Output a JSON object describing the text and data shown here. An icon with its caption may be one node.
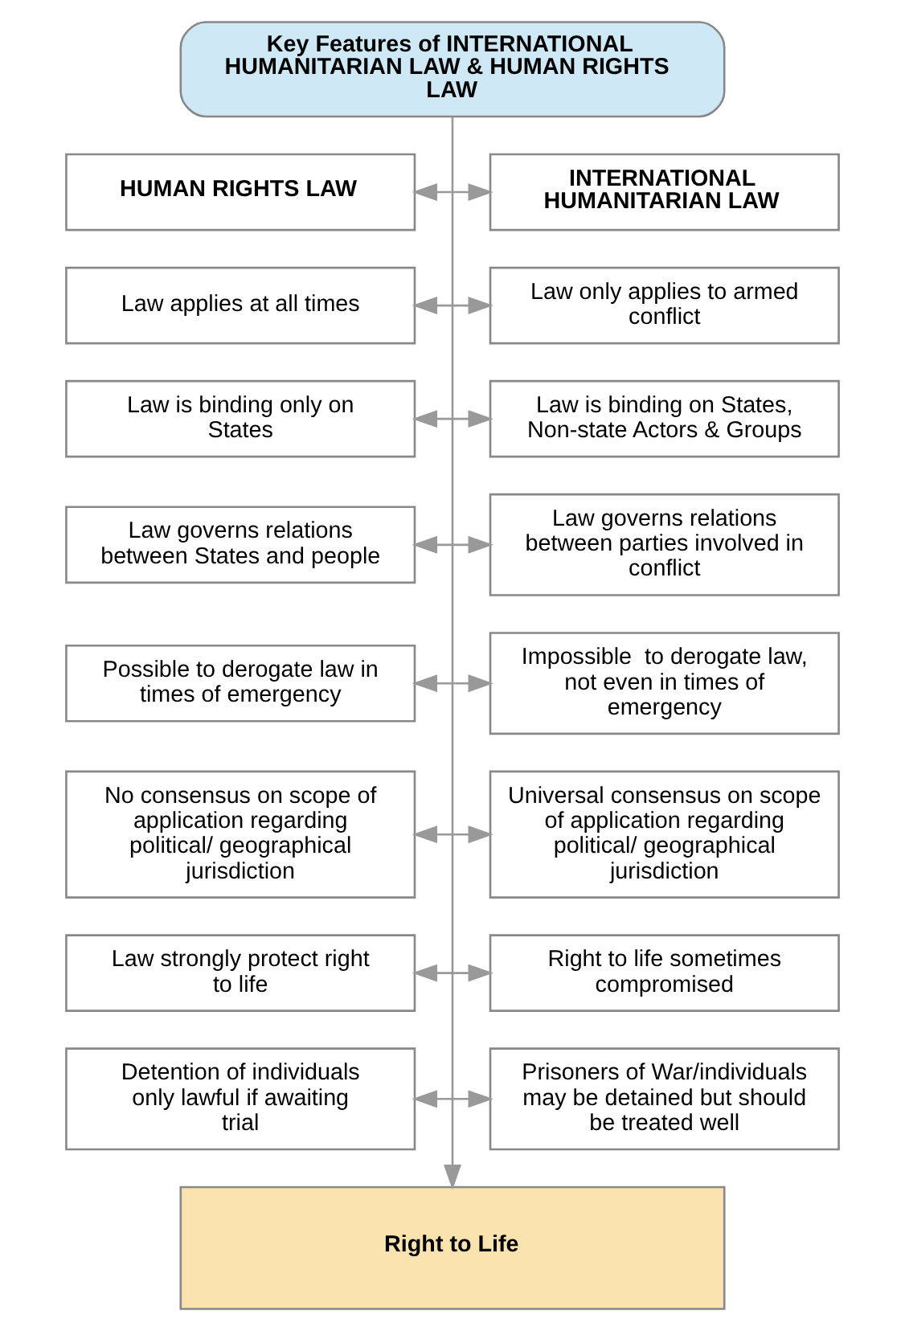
{
  "diagram": {
    "nodes": [
      {
        "text": [
          "Key Features of INTERNATIONAL HUMANITARIAN LAW & HUMAN RIGHTS LAW"
        ]
      },
      {
        "text": [
          "HUMAN RIGHTS LAW"
        ]
      },
      {
        "text": [
          "INTERNATIONAL HUMANITARIAN LAW"
        ]
      },
      {
        "text": [
          "Law applies at all times"
        ]
      },
      {
        "text": [
          "Law only applies to armed conflict"
        ]
      },
      {
        "text": [
          "Law is binding only on States"
        ]
      },
      {
        "text": [
          "Law is binding on States, Non-state Actors & Groups"
        ]
      },
      {
        "text": [
          "Law governs relations between States and people"
        ]
      },
      {
        "text": [
          "Law governs relations between parties involved in conflict"
        ]
      },
      {
        "text": [
          "Possible to derogate law in times of emergency"
        ]
      },
      {
        "text": [
          "Impossible  to derogate law, not even in times of emergency"
        ]
      },
      {
        "text": [
          "No consensus on scope of application regarding political/ geographical jurisdiction"
        ]
      },
      {
        "text": [
          "Universal consensus on scope of application regarding political/ geographical jurisdiction"
        ]
      },
      {
        "text": [
          "Law strongly protect right to life"
        ]
      },
      {
        "text": [
          "Right to life sometimes compromised"
        ]
      },
      {
        "text": [
          "Detention of individuals only lawful if awaiting trial"
        ]
      },
      {
        "text": [
          "Prisoners of War/individuals may be detained but should be treated well"
        ]
      },
      {
        "text": [
          "Right to Life"
        ]
      }
    ],
    "edges": [
      {
        "from": 0,
        "to": 17,
        "arrow": "to"
      },
      {
        "from": 1,
        "to": 2,
        "arrow": "both"
      },
      {
        "from": 3,
        "to": 4,
        "arrow": "both"
      },
      {
        "from": 5,
        "to": 6,
        "arrow": "both"
      },
      {
        "from": 7,
        "to": 8,
        "arrow": "both"
      },
      {
        "from": 9,
        "to": 10,
        "arrow": "both"
      },
      {
        "from": 11,
        "to": 12,
        "arrow": "both"
      },
      {
        "from": 13,
        "to": 14,
        "arrow": "both"
      },
      {
        "from": 15,
        "to": 16,
        "arrow": "both"
      }
    ]
  }
}
